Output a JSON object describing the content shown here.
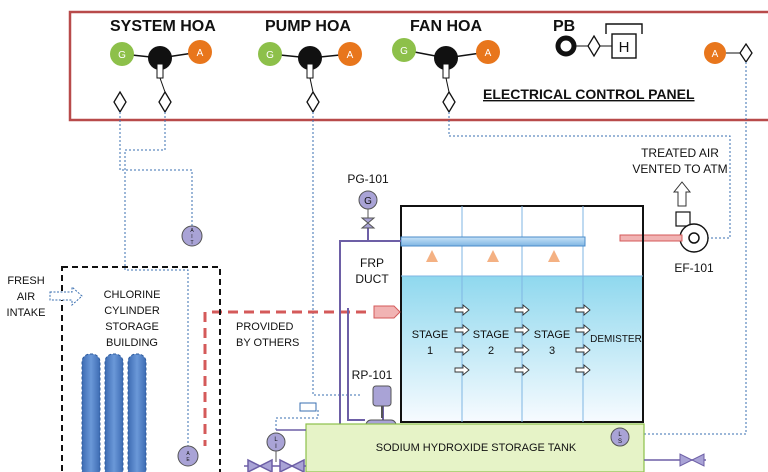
{
  "panel": {
    "title": "ELECTRICAL CONTROL PANEL",
    "system_hoa": "SYSTEM HOA",
    "pump_hoa": "PUMP  HOA",
    "fan_hoa": "FAN  HOA",
    "pb": "PB",
    "hand_box": "H",
    "g": "G",
    "a": "A"
  },
  "labels": {
    "treated_air_1": "TREATED AIR",
    "treated_air_2": "VENTED TO ATM",
    "pg": "PG-101",
    "gauge": "G",
    "ef": "EF-101",
    "frp_1": "FRP",
    "frp_2": "DUCT",
    "fresh_1": "FRESH",
    "fresh_2": "AIR",
    "fresh_3": "INTAKE",
    "bldg_1": "CHLORINE",
    "bldg_2": "CYLINDER",
    "bldg_3": "STORAGE",
    "bldg_4": "BUILDING",
    "provided_1": "PROVIDED",
    "provided_2": "BY OTHERS",
    "stage1_a": "STAGE",
    "stage1_b": "1",
    "stage2_a": "STAGE",
    "stage2_b": "2",
    "stage3_a": "STAGE",
    "stage3_b": "3",
    "demister": "DEMISTER",
    "rp": "RP-101",
    "tank": "SODIUM HYDROXIDE STORAGE TANK"
  },
  "instruments": {
    "ait_1": "A",
    "ait_2": "I",
    "ait_3": "T",
    "ae_1": "A",
    "ae_2": "E",
    "li_1": "L",
    "li_2": "I",
    "ls_1": "L",
    "ls_2": "S"
  },
  "colors": {
    "panel_border": "#b84a4a",
    "green": "#8dc04a",
    "orange": "#e8761c",
    "cylinder": "#4f7fc6",
    "duct_red": "#d45a5a",
    "instrument": "#a9a3d6",
    "signal": "#3a6fb0",
    "tank_fill": "#e6f3c7"
  }
}
